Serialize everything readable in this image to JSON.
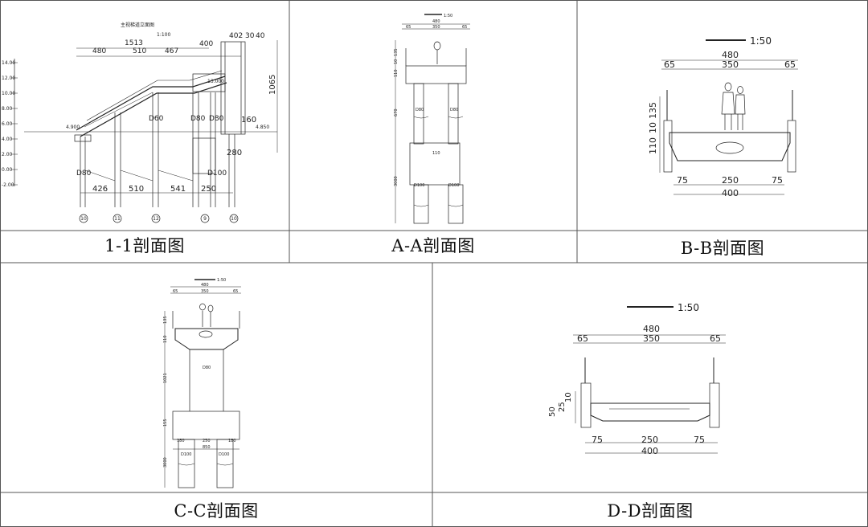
{
  "captions": {
    "s11": "1-1剖面图",
    "aa": "A-A剖面图",
    "bb": "B-B剖面图",
    "cc": "C-C剖面图",
    "dd": "D-D剖面图"
  },
  "scale_label": "1:50",
  "s11": {
    "title": "主视梯道立面图",
    "title_scale": "1:100",
    "dims_top": [
      "480",
      "1513",
      "510",
      "467",
      "400",
      "402",
      "30",
      "40"
    ],
    "dims_spans": [
      "426",
      "510",
      "541",
      "250",
      "280",
      "160"
    ],
    "elevations": [
      "14.00",
      "12.00",
      "10.00",
      "8.00",
      "6.00",
      "4.00",
      "2.00",
      "0.00",
      "-2.00"
    ],
    "levels": [
      "4.900",
      "13.000",
      "4.850"
    ],
    "pile_marks": [
      "D80",
      "D60",
      "D80",
      "D80",
      "D100"
    ],
    "axis_marks": [
      "10",
      "11",
      "12",
      "9",
      "10"
    ],
    "right_dim": "1065"
  },
  "aa": {
    "dims": [
      "480",
      "65",
      "350",
      "65"
    ],
    "heights": [
      "110",
      "10",
      "135",
      "670",
      "3000"
    ],
    "piers": [
      "D80",
      "D80"
    ],
    "piles": [
      "D100",
      "D100"
    ],
    "beam": "110"
  },
  "bb": {
    "top": "480",
    "sides": [
      "65",
      "350",
      "65"
    ],
    "heights": [
      "135",
      "10",
      "110"
    ],
    "bottom_sides": [
      "75",
      "250",
      "75"
    ],
    "bottom": "400"
  },
  "cc": {
    "dims": [
      "480",
      "65",
      "350",
      "65"
    ],
    "heights": [
      "135",
      "110",
      "1021",
      "155",
      "3000"
    ],
    "pier": "D80",
    "base": [
      "180",
      "250",
      "180",
      "850"
    ],
    "piles": [
      "D100",
      "D100"
    ]
  },
  "dd": {
    "top": "480",
    "sides": [
      "65",
      "350",
      "65"
    ],
    "heights": [
      "50",
      "25",
      "10"
    ],
    "bottom_sides": [
      "75",
      "250",
      "75"
    ],
    "bottom": "400"
  }
}
